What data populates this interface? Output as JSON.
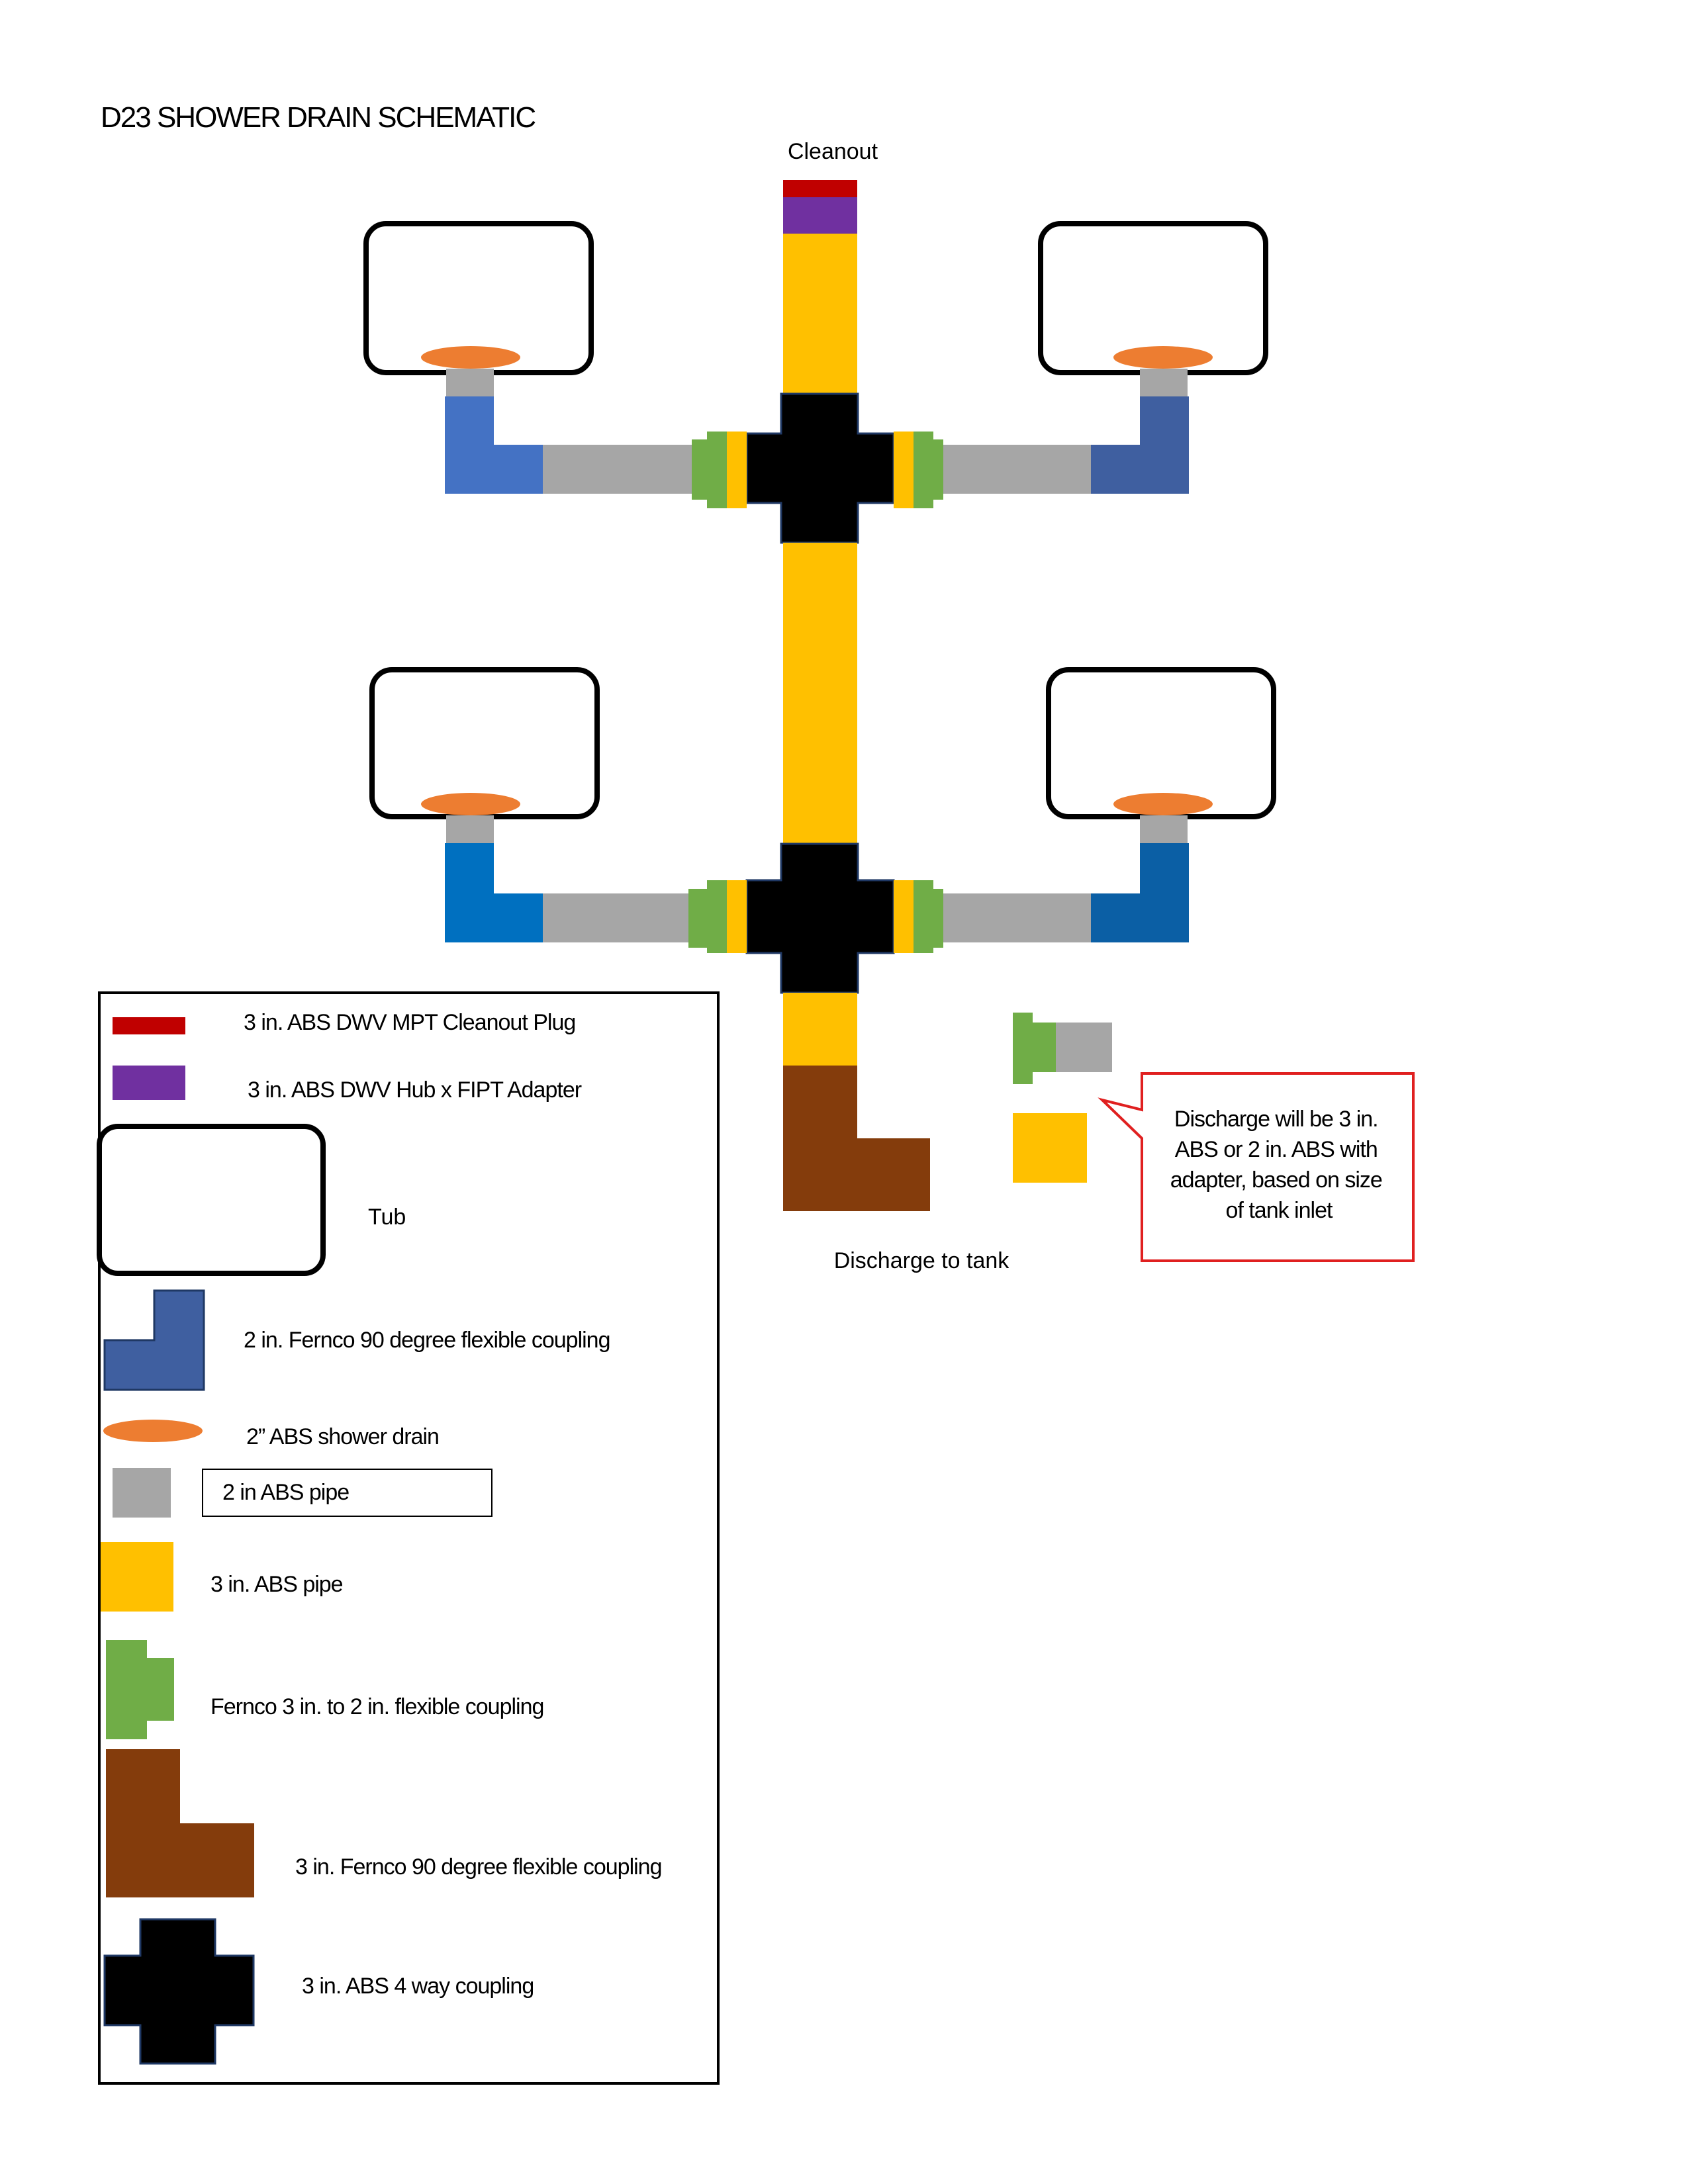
{
  "title": "D23 SHOWER  DRAIN SCHEMATIC",
  "labels": {
    "cleanout": "Cleanout",
    "discharge": "Discharge to tank"
  },
  "callout": {
    "lines": [
      "Discharge will be 3 in.",
      "ABS or 2 in. ABS with",
      "adapter, based on size",
      "of tank inlet"
    ]
  },
  "legend": [
    {
      "key": "cleanout-plug",
      "text": "3 in. ABS DWV MPT Cleanout Plug"
    },
    {
      "key": "hub-adapter",
      "text": "3 in. ABS DWV Hub x FIPT Adapter"
    },
    {
      "key": "tub",
      "text": "Tub"
    },
    {
      "key": "fernco-90-2in",
      "text": "2 in. Fernco 90 degree flexible coupling"
    },
    {
      "key": "shower-drain",
      "text": "2” ABS shower drain"
    },
    {
      "key": "pipe-2in",
      "text": "2 in ABS pipe"
    },
    {
      "key": "pipe-3in",
      "text": "3 in. ABS pipe"
    },
    {
      "key": "fernco-3to2",
      "text": "Fernco 3 in. to 2 in. flexible coupling"
    },
    {
      "key": "fernco-90-3in",
      "text": "3 in. Fernco 90 degree flexible coupling"
    },
    {
      "key": "four-way",
      "text": "3 in. ABS 4 way coupling"
    }
  ],
  "colors": {
    "cleanout_plug": "#C00000",
    "hub_adapter": "#7030A0",
    "pipe_3in": "#FFC000",
    "pipe_2in": "#A6A6A6",
    "fernco_3to2": "#70AD47",
    "shower_drain": "#ED7D31",
    "fernco_90_3in": "#843C0C",
    "fernco_90_2in": "#4472C4",
    "fernco_90_2in_alt": "#3F5FA0",
    "fernco_90_2in_bright": "#0070C0",
    "fernco_90_2in_dark": "#0B5FA5",
    "four_way": "#000000",
    "callout_border": "#E02020"
  }
}
